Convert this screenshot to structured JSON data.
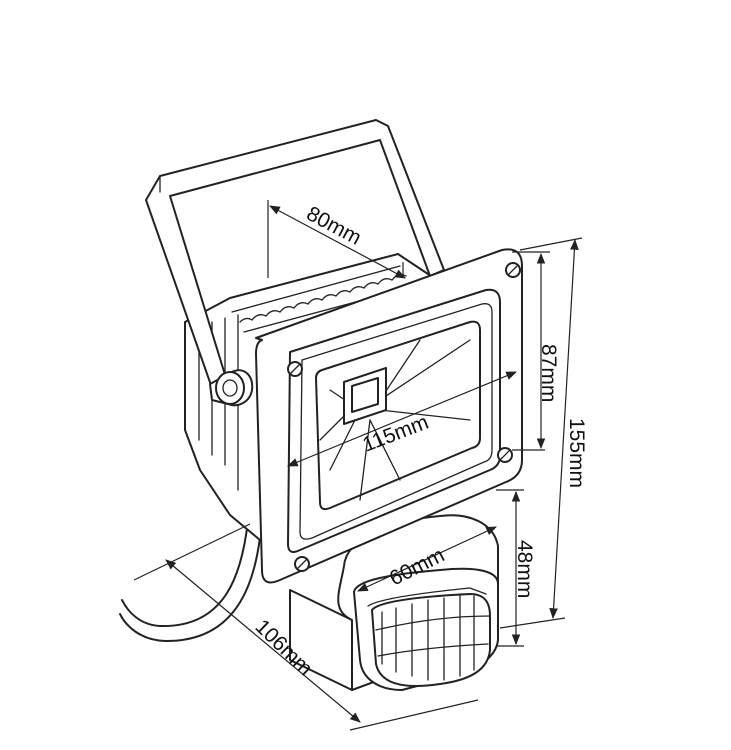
{
  "dimensions": {
    "depth_top": "80mm",
    "width_front": "115mm",
    "height_head": "87mm",
    "height_total": "155mm",
    "sensor_width": "60mm",
    "sensor_height": "48mm",
    "depth_bottom": "106mm"
  }
}
